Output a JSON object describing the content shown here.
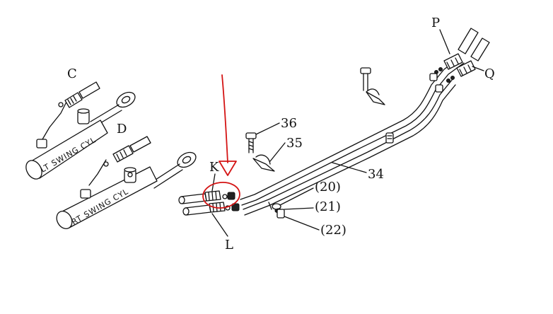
{
  "labels": {
    "C": "C",
    "D": "D",
    "K": "K",
    "L": "L",
    "P": "P",
    "Q": "Q",
    "n36": "36",
    "n35": "35",
    "n34": "34",
    "n20": "(20)",
    "n21": "(21)",
    "n22": "(22)"
  },
  "cylinders": {
    "lt": "LT SWING CYL",
    "rt": "RT SWING CYL"
  },
  "colors": {
    "ink": "#111111",
    "annotation": "#d41414"
  }
}
